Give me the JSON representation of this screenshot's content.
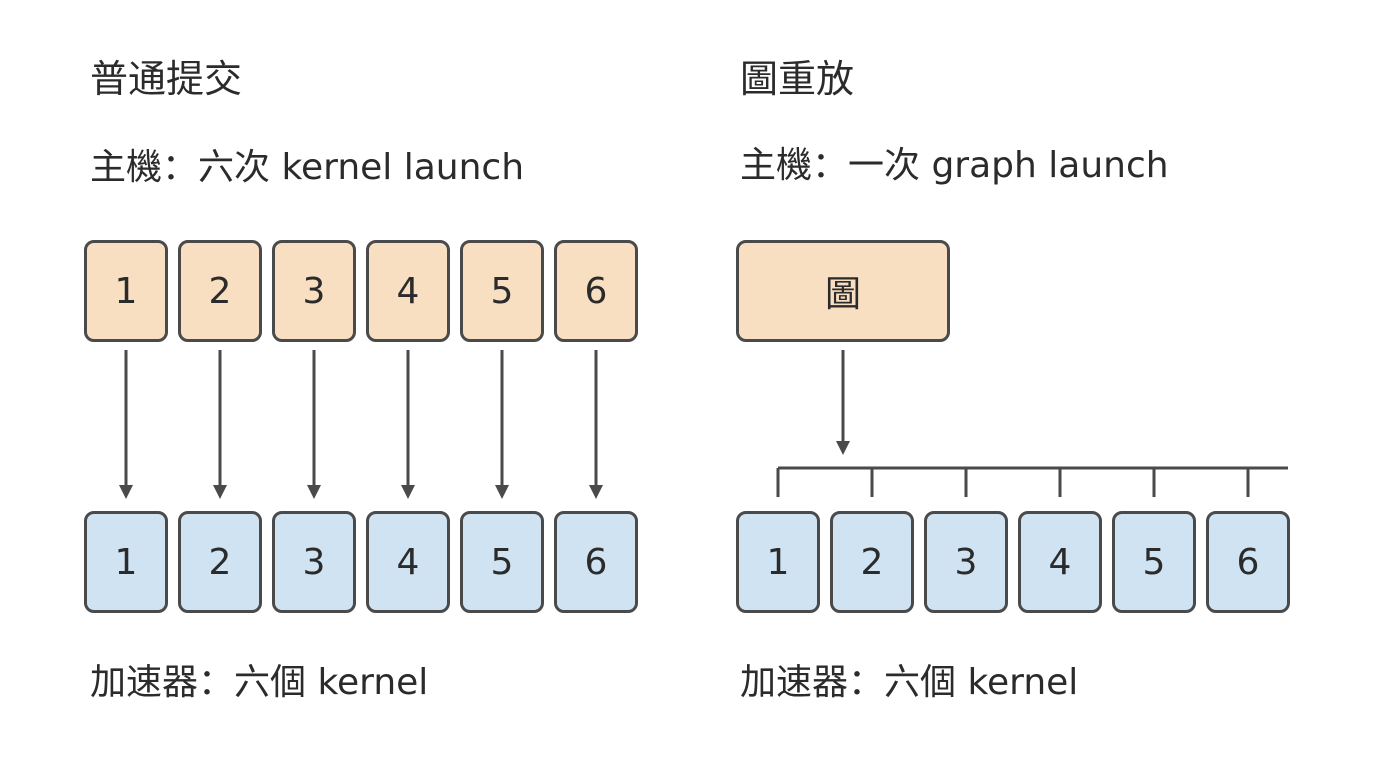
{
  "normal": {
    "title": "普通提交",
    "host_caption": "主機：六次 kernel launch",
    "host_kernels": [
      "1",
      "2",
      "3",
      "4",
      "5",
      "6"
    ],
    "device_kernels": [
      "1",
      "2",
      "3",
      "4",
      "5",
      "6"
    ],
    "device_caption": "加速器：六個 kernel"
  },
  "replay": {
    "title": "圖重放",
    "host_caption": "主機：一次 graph launch",
    "graph_label": "圖",
    "device_kernels": [
      "1",
      "2",
      "3",
      "4",
      "5",
      "6"
    ],
    "device_caption": "加速器：六個 kernel"
  },
  "colors": {
    "host_fill": "#f8dfc1",
    "device_fill": "#cfe3f2",
    "stroke": "#4a4a4a"
  }
}
